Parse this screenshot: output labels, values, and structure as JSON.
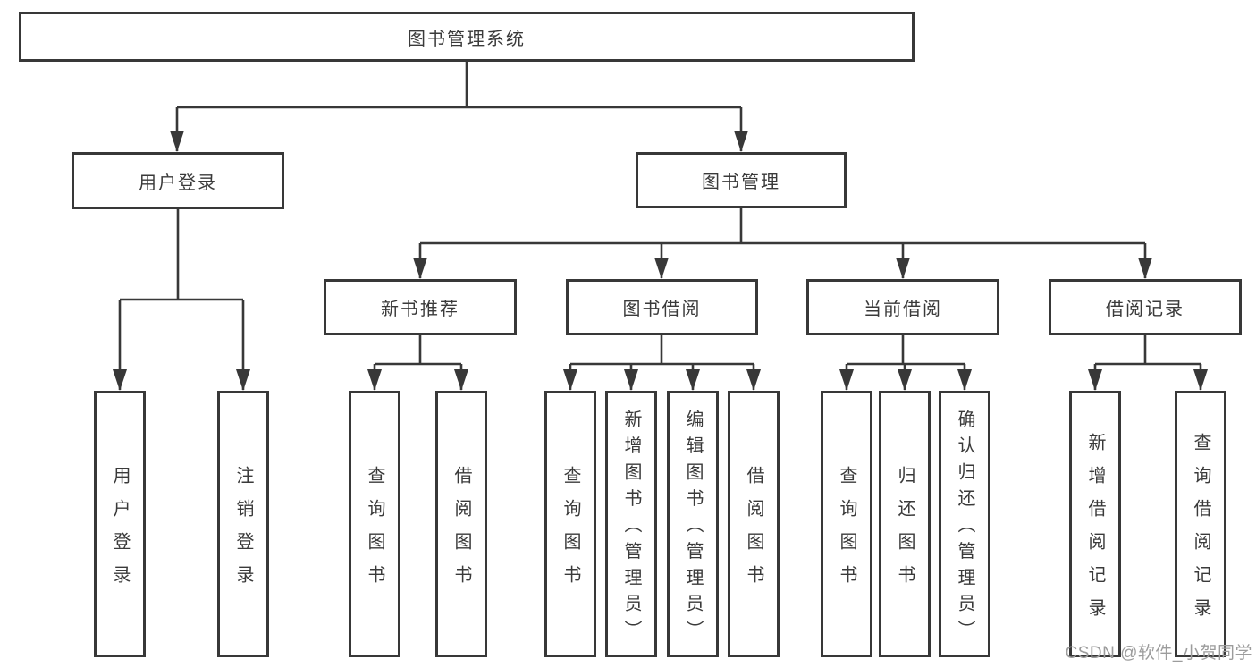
{
  "theme": {
    "line": "#383838",
    "text": "#3a3a3a",
    "box_bg": "#ffffff",
    "wm": "#9c9c9c"
  },
  "diagram": {
    "title": "图书管理系统",
    "level2": [
      "用户登录",
      "图书管理"
    ],
    "level3": [
      "新书推荐",
      "图书借阅",
      "当前借阅",
      "借阅记录"
    ],
    "leaves": [
      "用户登录",
      "注销登录",
      "查询图书",
      "借阅图书",
      "查询图书",
      "新增图书（管理员）",
      "编辑图书（管理员）",
      "借阅图书",
      "查询图书",
      "归还图书",
      "确认归还（管理员）",
      "新增借阅记录",
      "查询借阅记录"
    ]
  },
  "watermark": "CSDN @软件_小贺同学"
}
